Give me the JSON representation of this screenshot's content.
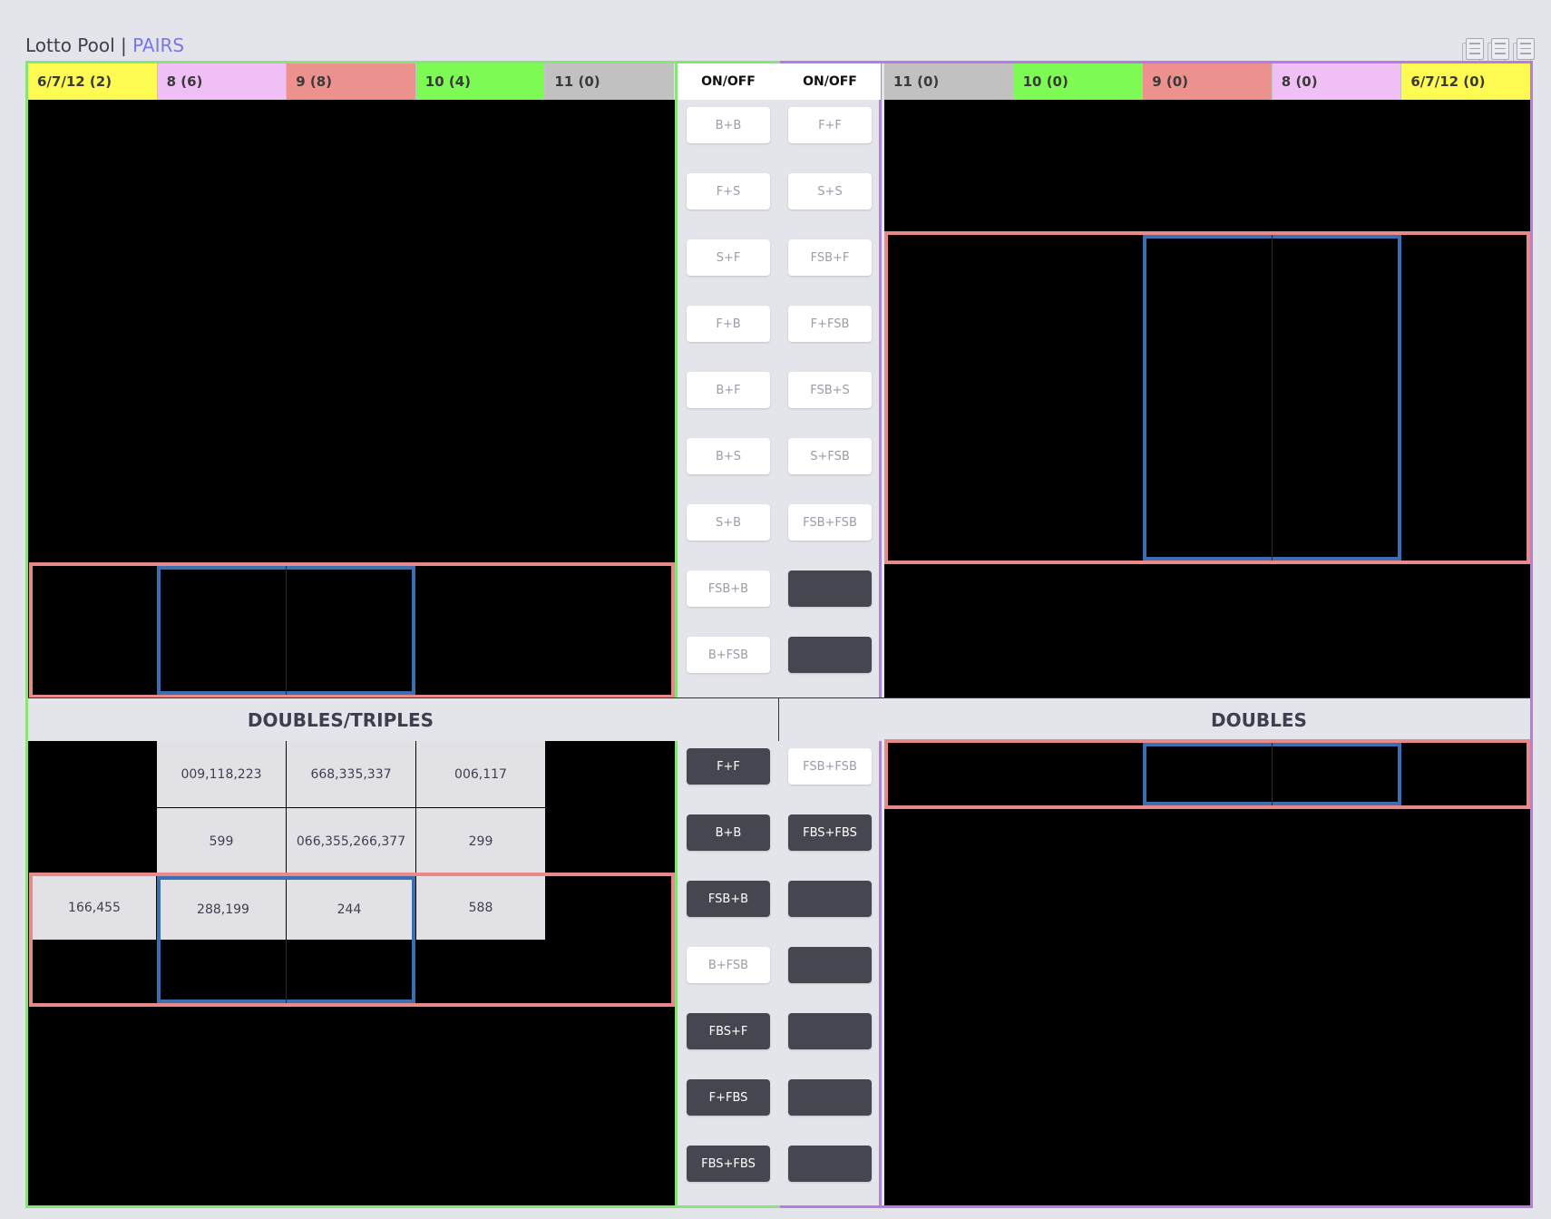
{
  "page": {
    "title": "Lotto Pool",
    "separator": " | ",
    "subtitle": "PAIRS"
  },
  "left_headers": [
    "6/7/12 (2)",
    "8 (6)",
    "9 (8)",
    "10 (4)",
    "11 (0)"
  ],
  "right_headers": [
    "11 (0)",
    "10 (0)",
    "9 (0)",
    "8 (0)",
    "6/7/12 (0)"
  ],
  "onoff": {
    "left": "ON/OFF",
    "right": "ON/OFF"
  },
  "mid_top_left": [
    "B+B",
    "F+S",
    "S+F",
    "F+B",
    "B+F",
    "B+S",
    "S+B",
    "FSB+B",
    "B+FSB"
  ],
  "mid_top_right": [
    "F+F",
    "S+S",
    "FSB+F",
    "F+FSB",
    "FSB+S",
    "S+FSB",
    "FSB+FSB",
    "",
    ""
  ],
  "mid_bottom_left": [
    "F+F",
    "B+B",
    "FSB+B",
    "B+FSB",
    "FBS+F",
    "F+FBS",
    "FBS+FBS"
  ],
  "mid_bottom_right": [
    "FSB+FSB",
    "FBS+FBS",
    "",
    "",
    "",
    "",
    ""
  ],
  "sections": {
    "left": "DOUBLES/TRIPLES",
    "right": "DOUBLES"
  },
  "doubles_triples_cells": {
    "r1": [
      "009,118,223",
      "668,335,337",
      "006,117"
    ],
    "r2": [
      "599",
      "066,355,266,377",
      "299"
    ],
    "r3": [
      "166,455",
      "288,199",
      "244",
      "588"
    ]
  },
  "colors": {
    "yellow": "#fdfb51",
    "pink": "#efbff5",
    "red": "#ec918e",
    "green": "#7dfa53",
    "gray": "#c1c1c1",
    "accent": "#7a76e3"
  }
}
